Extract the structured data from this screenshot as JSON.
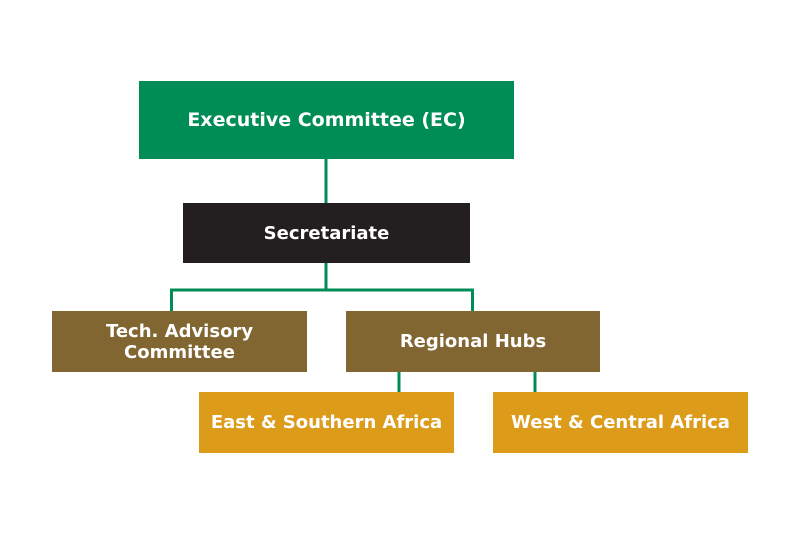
{
  "colors": {
    "executive": "#008c55",
    "secretariate": "#231f20",
    "level2": "#816631",
    "level3": "#dc9c1a",
    "connector": "#008c55",
    "text": "#ffffff"
  },
  "nodes": {
    "executive_committee": "Executive Committee (EC)",
    "secretariate": "Secretariate",
    "tech_advisory": "Tech. Advisory\nCommittee",
    "regional_hubs": "Regional Hubs",
    "east_southern_africa": "East & Southern Africa",
    "west_central_africa": "West & Central Africa"
  }
}
